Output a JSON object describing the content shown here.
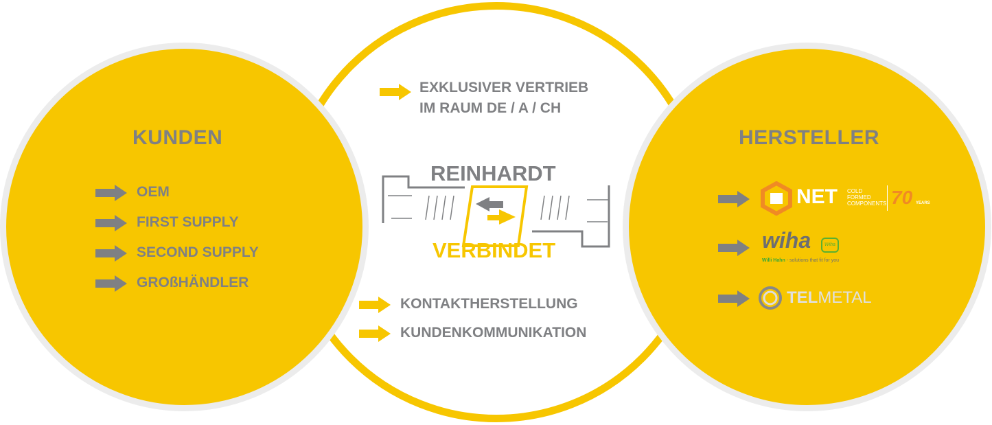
{
  "colors": {
    "yellow": "#f7c600",
    "gray": "#7f8083",
    "ring": "#ececec"
  },
  "kunden": {
    "title": "KUNDEN",
    "items": [
      "OEM",
      "FIRST SUPPLY",
      "SECOND SUPPLY",
      "GROßHÄNDLER"
    ]
  },
  "center": {
    "top_lines": [
      "EXKLUSIVER VERTRIEB",
      "IM RAUM DE / A / CH"
    ],
    "logo_top": "REINHARDT",
    "logo_bottom": "VERBINDET",
    "bottom_items": [
      "KONTAKTHERSTELLUNG",
      "KUNDENKOMMUNIKATION"
    ]
  },
  "hersteller": {
    "title": "HERSTELLER",
    "net": {
      "name": "NET",
      "tag": [
        "COLD",
        "FORMED",
        "COMPONENTS"
      ],
      "anniv": "70",
      "anniv_sub": "YEARS"
    },
    "wiha": {
      "name": "wiha",
      "badge": "Wiha",
      "tag_green": "Willi Hahn",
      "tag_rest": " - solutions that fit for you"
    },
    "telmetal": {
      "bold": "TEL",
      "light": "METAL"
    }
  }
}
